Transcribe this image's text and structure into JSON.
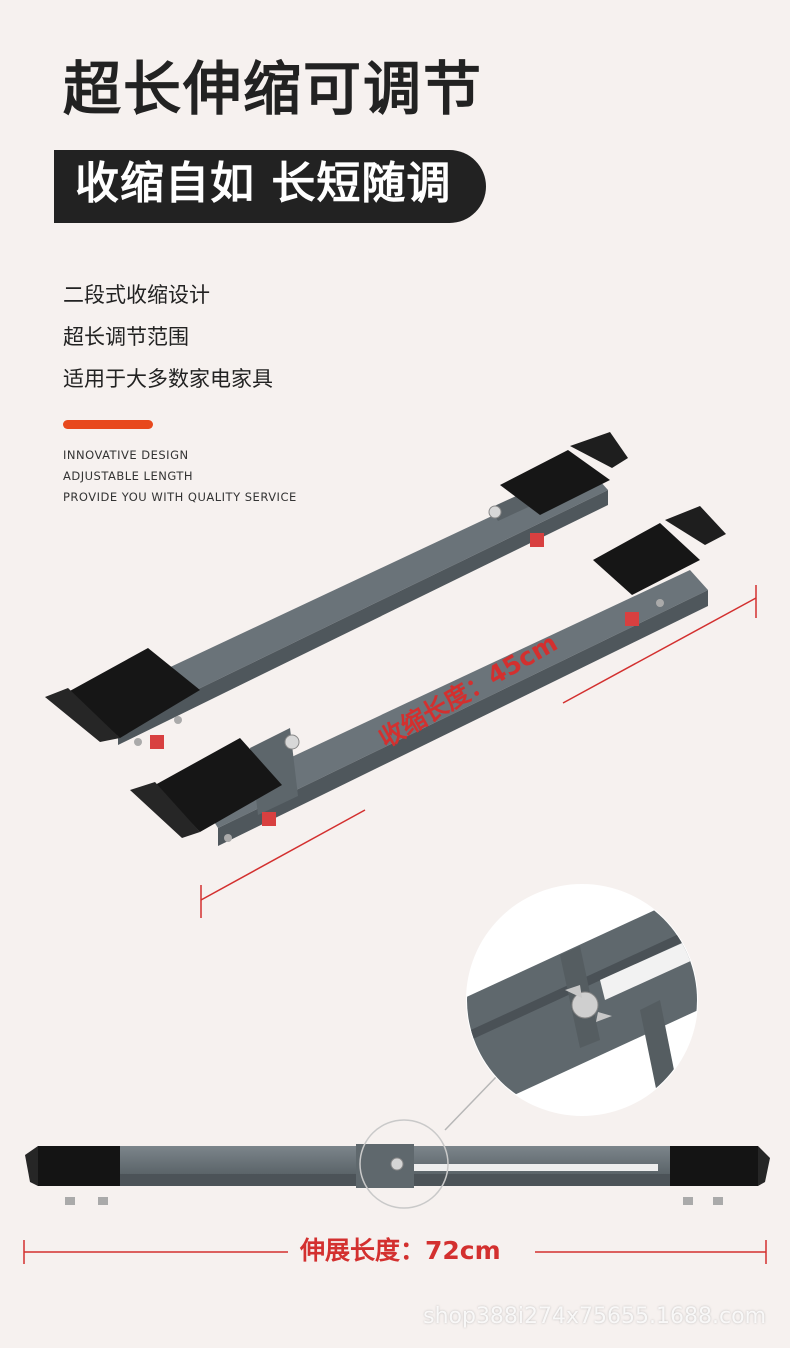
{
  "headline": "超长伸缩可调节",
  "subheadline": "收缩自如 长短随调",
  "features": [
    "二段式收缩设计",
    "超长调节范围",
    "适用于大多数家电家具"
  ],
  "english_lines": [
    "INNOVATIVE DESIGN",
    "ADJUSTABLE LENGTH",
    "PROVIDE YOU WITH QUALITY SERVICE"
  ],
  "dimensions": {
    "retracted": "收缩长度：45cm",
    "extended": "伸展长度：72cm"
  },
  "watermark": "shop388i274x75655.1688.com",
  "colors": {
    "accent": "#e8491d",
    "dimension_text": "#d3302f",
    "bar": "#636c72",
    "pad": "#161616",
    "background": "#f6f1ef"
  }
}
